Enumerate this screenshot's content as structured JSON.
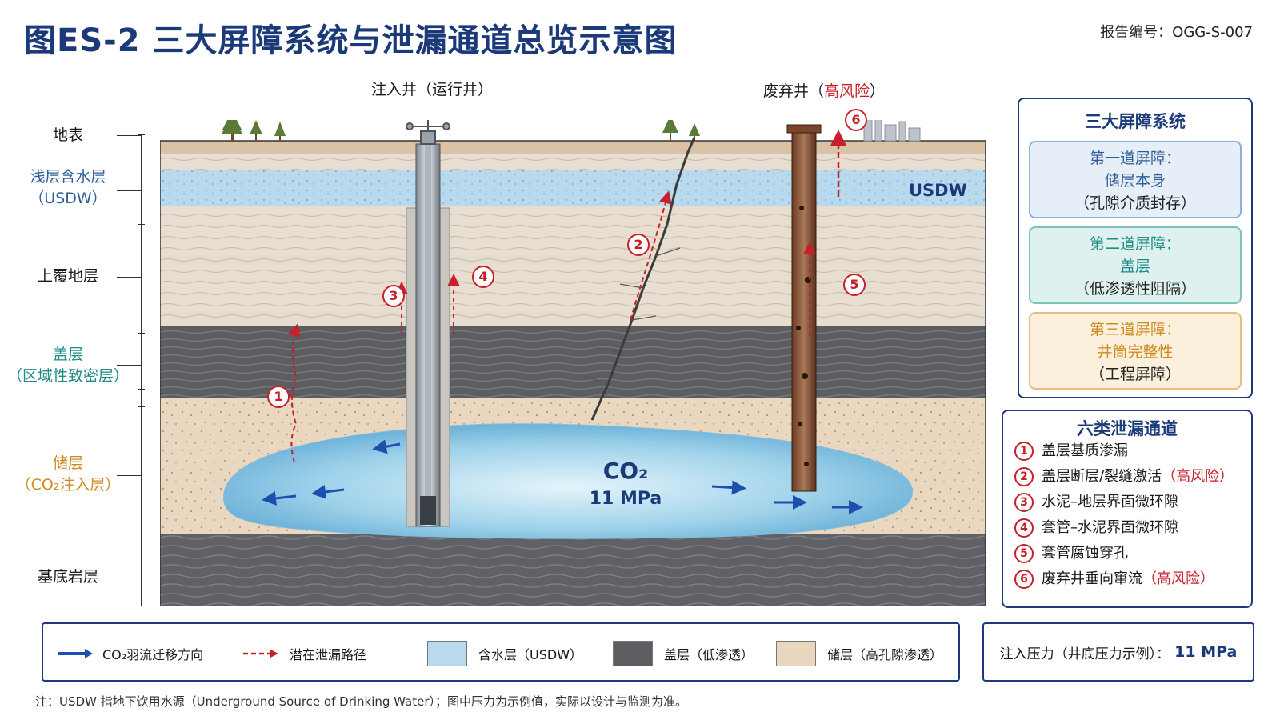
{
  "header": {
    "title": "图ES-2  三大屏障系统与泄漏通道总览示意图",
    "report_no": "报告编号：OGG-S-007"
  },
  "layers": {
    "surface": "地表",
    "aquifer": [
      "浅层含水层",
      "（USDW）"
    ],
    "overburden": "上覆地层",
    "caprock": [
      "盖层",
      "（区域性致密层）"
    ],
    "reservoir": [
      "储层",
      "（CO₂注入层）"
    ],
    "basement": "基底岩层"
  },
  "wells": {
    "injection": "注入井（运行井）",
    "abandoned_prefix": "废弃井（",
    "abandoned_risk": "高风险",
    "abandoned_suffix": "）"
  },
  "scene": {
    "usdw_tag": "USDW",
    "co2_label": "CO₂",
    "pressure_label": "11 MPa",
    "markers": [
      "1",
      "2",
      "3",
      "4",
      "5",
      "6"
    ]
  },
  "barriers_panel": {
    "title": "三大屏障系统",
    "items": [
      {
        "line1": "第一道屏障：",
        "line2": "储层本身",
        "line3": "（孔隙介质封存）",
        "color": "#2f5d9a",
        "bg": "#e6eef8",
        "border": "#8fb0d6"
      },
      {
        "line1": "第二道屏障：",
        "line2": "盖层",
        "line3": "（低渗透性阻隔）",
        "color": "#1f8c88",
        "bg": "#dff1ee",
        "border": "#7cc3bb"
      },
      {
        "line1": "第三道屏障：",
        "line2": "井筒完整性",
        "line3": "（工程屏障）",
        "color": "#d08a1f",
        "bg": "#fbf0dc",
        "border": "#e6be7e"
      }
    ]
  },
  "leak_panel": {
    "title": "六类泄漏通道",
    "items": [
      {
        "num": "1",
        "text": "盖层基质渗漏",
        "risk": ""
      },
      {
        "num": "2",
        "text": "盖层断层/裂缝激活",
        "risk": "（高风险）"
      },
      {
        "num": "3",
        "text": "水泥–地层界面微环隙",
        "risk": ""
      },
      {
        "num": "4",
        "text": "套管–水泥界面微环隙",
        "risk": ""
      },
      {
        "num": "5",
        "text": "套管腐蚀穿孔",
        "risk": ""
      },
      {
        "num": "6",
        "text": "废弃井垂向窜流",
        "risk": "（高风险）"
      }
    ]
  },
  "legend": {
    "plume": "CO₂羽流迁移方向",
    "leak_path": "潜在泄漏路径",
    "aquifer": "含水层（USDW）",
    "caprock": "盖层（低渗透）",
    "reservoir": "储层（高孔隙渗透）"
  },
  "pressure_box": {
    "label": "注入压力（井底压力示例）：",
    "value": "11 MPa"
  },
  "note": "注：USDW 指地下饮用水源（Underground Source of Drinking Water）；图中压力为示例值，实际以设计与监测为准。",
  "colors": {
    "navy": "#1c3a7a",
    "red": "#c8202b",
    "teal": "#1f8c88",
    "amber": "#d08a1f"
  }
}
